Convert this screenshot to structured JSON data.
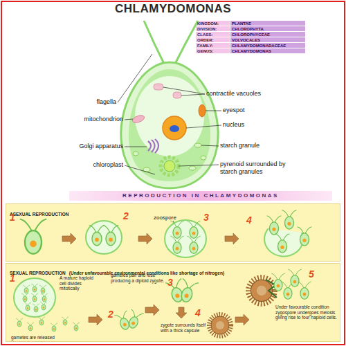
{
  "diagram": {
    "title": "CHLAMYDOMONAS",
    "nodes": [
      {
        "text": [
          "REPRODUCTION IN CHLAMYDOMONAS"
        ]
      },
      {
        "text": [
          "ASEXUAL REPRODUCTION"
        ]
      },
      {
        "text": [
          "SEXUAL REPRODUCTION",
          "(Under unfavourable environmental conditions like shortage of nitrogen)"
        ]
      }
    ],
    "labels": [
      "KINGDOM:",
      "PLANTAE",
      "DIVISION:",
      "CHLOROPHYTA",
      "CLASS:",
      "CHLOROPHYCEAE",
      "ORDER:",
      "VOLVOCALES",
      "FAMILY:",
      "CHLAMYDOMONADACEAE",
      "GENUS:",
      "CHLAMYDOMONAS",
      "flagella",
      "contractile vacuoles",
      "eyespot",
      "mitochondrion",
      "nucleus",
      "starch granule",
      "Golgi apparatus",
      "chloroplast",
      "pyrenoid surrounded by starch granules",
      "1",
      "2",
      "zoospore",
      "3",
      "4",
      "1",
      "A mature haploid cell divides mitotically",
      "gametes pair and fuse producing a diploid zygote.",
      "3",
      "5",
      "4",
      "zygote surrounds itself with a thick capsule",
      "Under favourable condition zygospore undergoes meiosis giving rise to four haploid cells.",
      "2",
      "gametes are released"
    ]
  }
}
